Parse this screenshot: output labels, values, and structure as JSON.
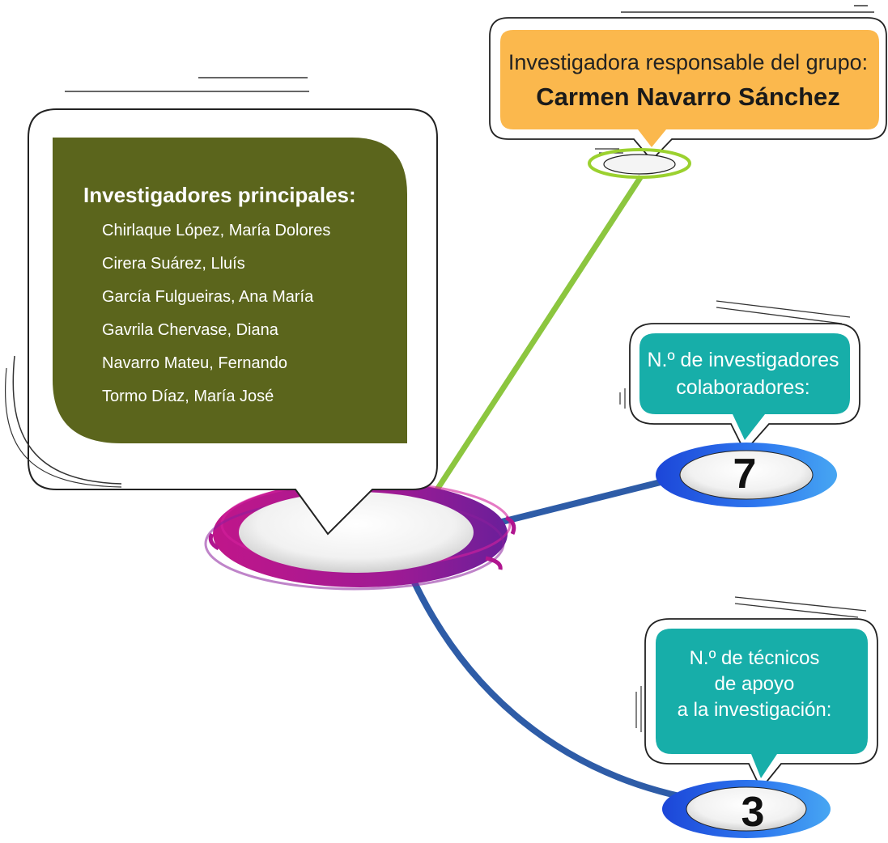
{
  "lead": {
    "title": "Investigadora responsable del grupo:",
    "name": "Carmen Navarro Sánchez"
  },
  "principal_investigators": {
    "heading": "Investigadores principales:",
    "names": [
      "Chirlaque López, María Dolores",
      "Cirera Suárez, Lluís",
      "García Fulgueiras, Ana María",
      "Gavrila Chervase, Diana",
      "Navarro Mateu, Fernando",
      "Tormo Díaz, María José"
    ]
  },
  "collaborators": {
    "label_line1": "N.º de investigadores",
    "label_line2": "colaboradores:",
    "count": "7"
  },
  "technicians": {
    "label_line1": "N.º de técnicos",
    "label_line2": "de apoyo",
    "label_line3": "a la investigación:",
    "count": "3"
  },
  "colors": {
    "lead_box": "#fbb84d",
    "pi_box": "#5b651c",
    "teal_box": "#17aea9",
    "green_line": "#8cc63f",
    "blue_line": "#2e5ca7",
    "magenta_ring": "#b0158f",
    "blue_ring": "#1f5fe0"
  }
}
